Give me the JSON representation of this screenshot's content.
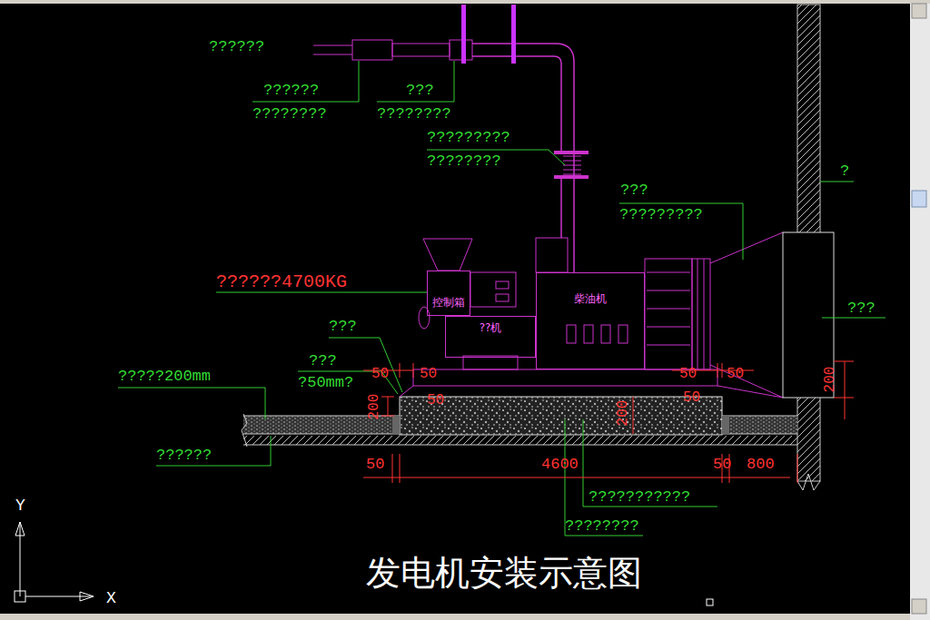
{
  "diagram": {
    "title": "发电机安装示意图",
    "nodes": [
      {
        "text": [
          "控制箱"
        ]
      },
      {
        "text": [
          "??机"
        ]
      },
      {
        "text": [
          "柴油机"
        ]
      }
    ],
    "edges": [],
    "labels": [
      "??????",
      "??????",
      "????????",
      "???",
      "????????",
      "?????????",
      "????????",
      "???",
      "?????????",
      "?",
      "???",
      "??????4700KG",
      "???",
      "???",
      "?50mm?",
      "?????200mm",
      "??????",
      "???????????",
      "????????",
      "50",
      "50",
      "50",
      "50",
      "200",
      "50",
      "200",
      "50",
      "200",
      "50",
      "4600",
      "50",
      "800",
      "Y",
      "X"
    ]
  }
}
